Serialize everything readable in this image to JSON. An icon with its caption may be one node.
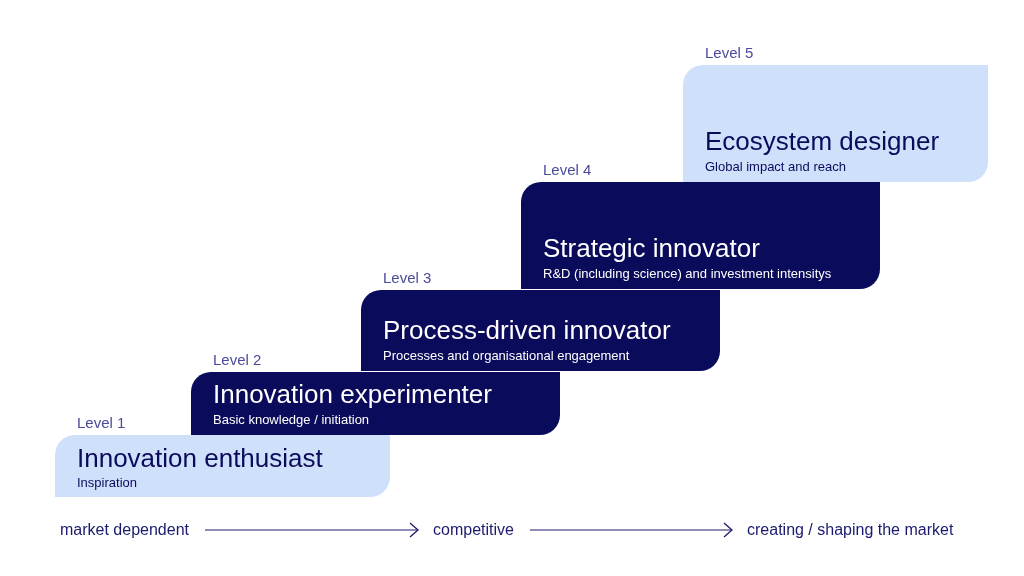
{
  "diagram": {
    "nodes": [
      {
        "text": [
          "Level 1",
          "Innovation enthusiast",
          "Inspiration"
        ]
      },
      {
        "text": [
          "Level 2",
          "Innovation experimenter",
          "Basic knowledge / initiation"
        ]
      },
      {
        "text": [
          "Level 3",
          "Process-driven innovator",
          "Processes and organisational engagement"
        ]
      },
      {
        "text": [
          "Level 4",
          "Strategic innovator",
          "R&D (including science) and investment intensitys"
        ]
      },
      {
        "text": [
          "Level 5",
          "Ecosystem designer",
          "Global impact and reach"
        ]
      },
      {
        "text": [
          "market dependent"
        ]
      },
      {
        "text": [
          "competitive"
        ]
      },
      {
        "text": [
          "creating / shaping the market"
        ]
      }
    ],
    "edges": [
      {
        "from": 5,
        "to": 6,
        "arrow": "to"
      },
      {
        "from": 6,
        "to": 7,
        "arrow": "to"
      }
    ]
  }
}
